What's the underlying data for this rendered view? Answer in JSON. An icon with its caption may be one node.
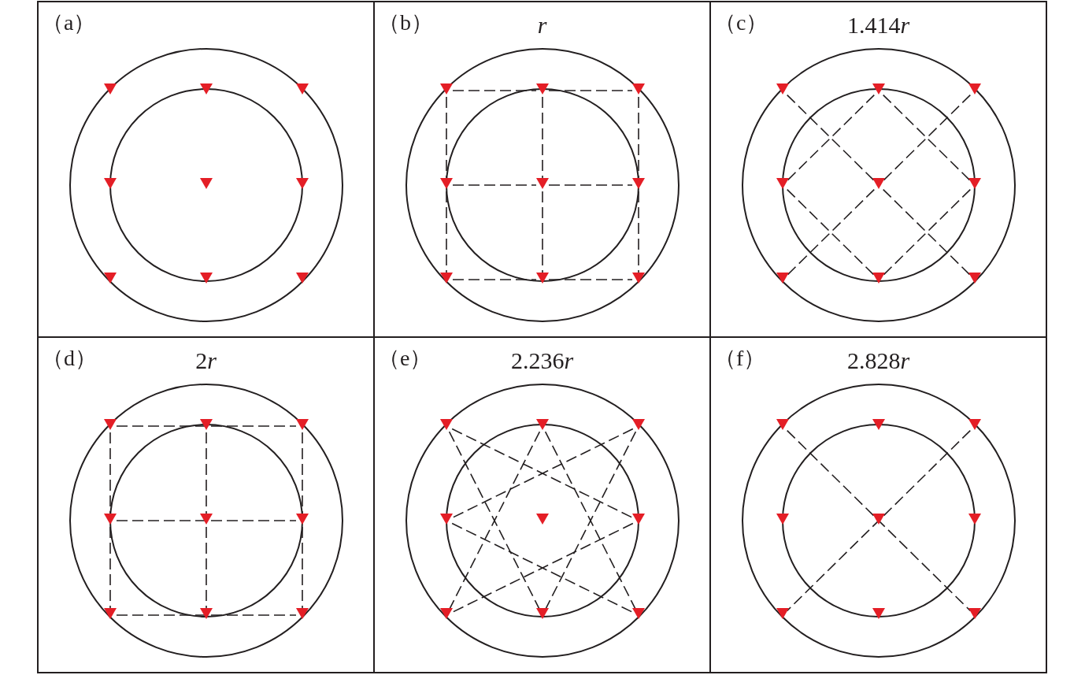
{
  "diagram": {
    "nodes": [
      {
        "text": [
          "（a）"
        ]
      },
      {
        "text": [],
        "shape": "triangle",
        "in": 0
      },
      {
        "text": [],
        "shape": "triangle",
        "in": 0
      },
      {
        "text": [],
        "shape": "triangle",
        "in": 0
      },
      {
        "text": [],
        "shape": "triangle",
        "in": 0
      },
      {
        "text": [],
        "shape": "triangle",
        "in": 0
      },
      {
        "text": [],
        "shape": "triangle",
        "in": 0
      },
      {
        "text": [],
        "shape": "triangle",
        "in": 0
      },
      {
        "text": [],
        "shape": "triangle",
        "in": 0
      },
      {
        "text": [],
        "shape": "triangle",
        "in": 0
      },
      {
        "text": [
          "（b）",
          "r"
        ]
      },
      {
        "text": [],
        "shape": "triangle",
        "in": 10
      },
      {
        "text": [],
        "shape": "triangle",
        "in": 10
      },
      {
        "text": [],
        "shape": "triangle",
        "in": 10
      },
      {
        "text": [],
        "shape": "triangle",
        "in": 10
      },
      {
        "text": [],
        "shape": "triangle",
        "in": 10
      },
      {
        "text": [],
        "shape": "triangle",
        "in": 10
      },
      {
        "text": [],
        "shape": "triangle",
        "in": 10
      },
      {
        "text": [],
        "shape": "triangle",
        "in": 10
      },
      {
        "text": [],
        "shape": "triangle",
        "in": 10
      },
      {
        "text": [
          "（c）",
          "1.414r"
        ]
      },
      {
        "text": [],
        "shape": "triangle",
        "in": 20
      },
      {
        "text": [],
        "shape": "triangle",
        "in": 20
      },
      {
        "text": [],
        "shape": "triangle",
        "in": 20
      },
      {
        "text": [],
        "shape": "triangle",
        "in": 20
      },
      {
        "text": [],
        "shape": "triangle",
        "in": 20
      },
      {
        "text": [],
        "shape": "triangle",
        "in": 20
      },
      {
        "text": [],
        "shape": "triangle",
        "in": 20
      },
      {
        "text": [],
        "shape": "triangle",
        "in": 20
      },
      {
        "text": [],
        "shape": "triangle",
        "in": 20
      },
      {
        "text": [
          "（d）",
          "2r"
        ]
      },
      {
        "text": [],
        "shape": "triangle",
        "in": 30
      },
      {
        "text": [],
        "shape": "triangle",
        "in": 30
      },
      {
        "text": [],
        "shape": "triangle",
        "in": 30
      },
      {
        "text": [],
        "shape": "triangle",
        "in": 30
      },
      {
        "text": [],
        "shape": "triangle",
        "in": 30
      },
      {
        "text": [],
        "shape": "triangle",
        "in": 30
      },
      {
        "text": [],
        "shape": "triangle",
        "in": 30
      },
      {
        "text": [],
        "shape": "triangle",
        "in": 30
      },
      {
        "text": [],
        "shape": "triangle",
        "in": 30
      },
      {
        "text": [
          "（e）",
          "2.236r"
        ]
      },
      {
        "text": [],
        "shape": "triangle",
        "in": 40
      },
      {
        "text": [],
        "shape": "triangle",
        "in": 40
      },
      {
        "text": [],
        "shape": "triangle",
        "in": 40
      },
      {
        "text": [],
        "shape": "triangle",
        "in": 40
      },
      {
        "text": [],
        "shape": "triangle",
        "in": 40
      },
      {
        "text": [],
        "shape": "triangle",
        "in": 40
      },
      {
        "text": [],
        "shape": "triangle",
        "in": 40
      },
      {
        "text": [],
        "shape": "triangle",
        "in": 40
      },
      {
        "text": [],
        "shape": "triangle",
        "in": 40
      },
      {
        "text": [
          "（f）",
          "2.828r"
        ]
      },
      {
        "text": [],
        "shape": "triangle",
        "in": 50
      },
      {
        "text": [],
        "shape": "triangle",
        "in": 50
      },
      {
        "text": [],
        "shape": "triangle",
        "in": 50
      },
      {
        "text": [],
        "shape": "triangle",
        "in": 50
      },
      {
        "text": [],
        "shape": "triangle",
        "in": 50
      },
      {
        "text": [],
        "shape": "triangle",
        "in": 50
      },
      {
        "text": [],
        "shape": "triangle",
        "in": 50
      },
      {
        "text": [],
        "shape": "triangle",
        "in": 50
      },
      {
        "text": [],
        "shape": "triangle",
        "in": 50
      }
    ],
    "edges": [
      {
        "from": 11,
        "to": 12,
        "arrow": "none",
        "style": "dashed"
      },
      {
        "from": 12,
        "to": 13,
        "arrow": "none",
        "style": "dashed"
      },
      {
        "from": 11,
        "to": 14,
        "arrow": "none",
        "style": "dashed"
      },
      {
        "from": 12,
        "to": 15,
        "arrow": "none",
        "style": "dashed"
      },
      {
        "from": 13,
        "to": 16,
        "arrow": "none",
        "style": "dashed"
      },
      {
        "from": 14,
        "to": 15,
        "arrow": "none",
        "style": "dashed"
      },
      {
        "from": 15,
        "to": 16,
        "arrow": "none",
        "style": "dashed"
      },
      {
        "from": 14,
        "to": 17,
        "arrow": "none",
        "style": "dashed"
      },
      {
        "from": 15,
        "to": 18,
        "arrow": "none",
        "style": "dashed"
      },
      {
        "from": 16,
        "to": 19,
        "arrow": "none",
        "style": "dashed"
      },
      {
        "from": 17,
        "to": 18,
        "arrow": "none",
        "style": "dashed"
      },
      {
        "from": 18,
        "to": 19,
        "arrow": "none",
        "style": "dashed"
      },
      {
        "from": 21,
        "to": 25,
        "arrow": "none",
        "style": "dashed"
      },
      {
        "from": 23,
        "to": 25,
        "arrow": "none",
        "style": "dashed"
      },
      {
        "from": 22,
        "to": 24,
        "arrow": "none",
        "style": "dashed"
      },
      {
        "from": 22,
        "to": 26,
        "arrow": "none",
        "style": "dashed"
      },
      {
        "from": 24,
        "to": 28,
        "arrow": "none",
        "style": "dashed"
      },
      {
        "from": 26,
        "to": 28,
        "arrow": "none",
        "style": "dashed"
      },
      {
        "from": 25,
        "to": 27,
        "arrow": "none",
        "style": "dashed"
      },
      {
        "from": 25,
        "to": 29,
        "arrow": "none",
        "style": "dashed"
      },
      {
        "from": 31,
        "to": 33,
        "arrow": "none",
        "style": "dashed"
      },
      {
        "from": 34,
        "to": 36,
        "arrow": "none",
        "style": "dashed"
      },
      {
        "from": 37,
        "to": 39,
        "arrow": "none",
        "style": "dashed"
      },
      {
        "from": 31,
        "to": 37,
        "arrow": "none",
        "style": "dashed"
      },
      {
        "from": 32,
        "to": 38,
        "arrow": "none",
        "style": "dashed"
      },
      {
        "from": 33,
        "to": 39,
        "arrow": "none",
        "style": "dashed"
      },
      {
        "from": 41,
        "to": 46,
        "arrow": "none",
        "style": "dashed"
      },
      {
        "from": 41,
        "to": 48,
        "arrow": "none",
        "style": "dashed"
      },
      {
        "from": 42,
        "to": 47,
        "arrow": "none",
        "style": "dashed"
      },
      {
        "from": 42,
        "to": 49,
        "arrow": "none",
        "style": "dashed"
      },
      {
        "from": 43,
        "to": 44,
        "arrow": "none",
        "style": "dashed"
      },
      {
        "from": 43,
        "to": 48,
        "arrow": "none",
        "style": "dashed"
      },
      {
        "from": 44,
        "to": 49,
        "arrow": "none",
        "style": "dashed"
      },
      {
        "from": 46,
        "to": 47,
        "arrow": "none",
        "style": "dashed"
      },
      {
        "from": 51,
        "to": 59,
        "arrow": "none",
        "style": "dashed"
      },
      {
        "from": 53,
        "to": 57,
        "arrow": "none",
        "style": "dashed"
      }
    ]
  }
}
